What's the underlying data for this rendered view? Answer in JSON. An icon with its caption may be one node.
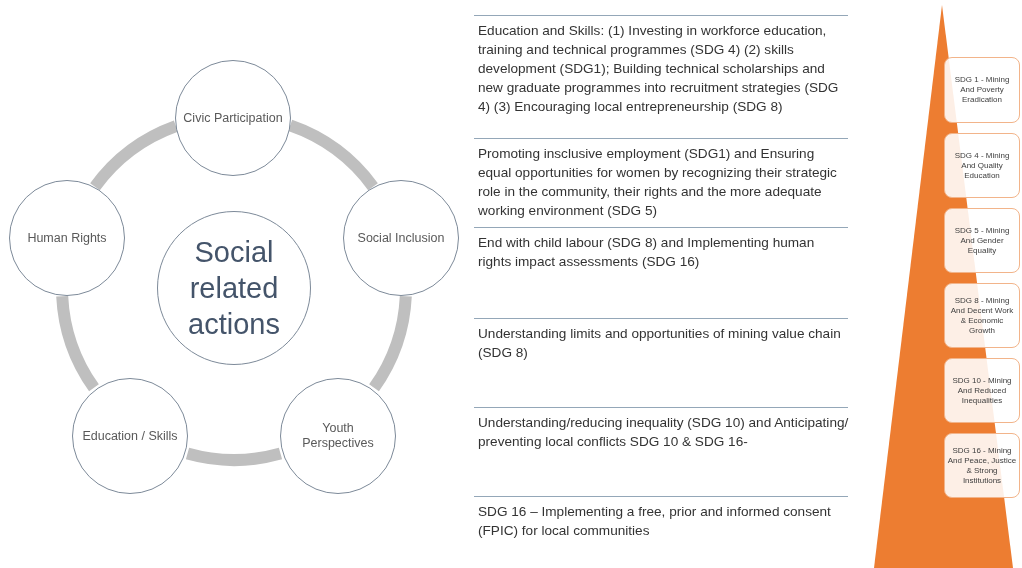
{
  "diagram": {
    "nodes": [
      {
        "text": [
          "Social related actions"
        ]
      },
      {
        "text": [
          "Civic Participation"
        ]
      },
      {
        "text": [
          "Social Inclusion"
        ]
      },
      {
        "text": [
          "Youth Perspectives"
        ]
      },
      {
        "text": [
          "Education / Skills"
        ]
      },
      {
        "text": [
          "Human Rights"
        ]
      },
      {
        "text": [
          "SDG 1 - Mining And Poverty Eradication"
        ]
      },
      {
        "text": [
          "SDG 4 - Mining And Quality Education"
        ]
      },
      {
        "text": [
          "SDG 5 - Mining And Gender Equality"
        ]
      },
      {
        "text": [
          "SDG 8 - Mining And Decent Work & Economic Growth"
        ]
      },
      {
        "text": [
          "SDG 10 - Mining And Reduced Inequalities"
        ]
      },
      {
        "text": [
          "SDG 16 - Mining And Peace, Justice & Strong Institutions"
        ]
      }
    ],
    "edges": [
      {
        "from": 1,
        "to": 2,
        "arrow": "none"
      },
      {
        "from": 2,
        "to": 3,
        "arrow": "none"
      },
      {
        "from": 3,
        "to": 4,
        "arrow": "none"
      },
      {
        "from": 4,
        "to": 5,
        "arrow": "none"
      },
      {
        "from": 5,
        "to": 1,
        "arrow": "none"
      }
    ],
    "labels": [
      "Education and Skills: (1) Investing in workforce education, training and technical programmes (SDG 4) (2) skills development (SDG1); Building technical scholarships and new graduate programmes into recruitment strategies (SDG 4) (3) Encouraging local entrepreneurship (SDG 8)",
      "Promoting insclusive employment (SDG1) and Ensuring equal opportunities for women by recognizing their strategic role in the community, their rights and the more adequate working environment (SDG 5)",
      "End with child labour (SDG 8) and Implementing human rights impact assessments (SDG 16)",
      "Understanding limits and opportunities of mining value chain (SDG 8)",
      "Understanding/reducing inequality (SDG 10) and Anticipating/ preventing local conflicts SDG 10 & SDG 16-",
      "SDG 16 – Implementing a free, prior and informed consent (FPIC) for local communities"
    ]
  }
}
